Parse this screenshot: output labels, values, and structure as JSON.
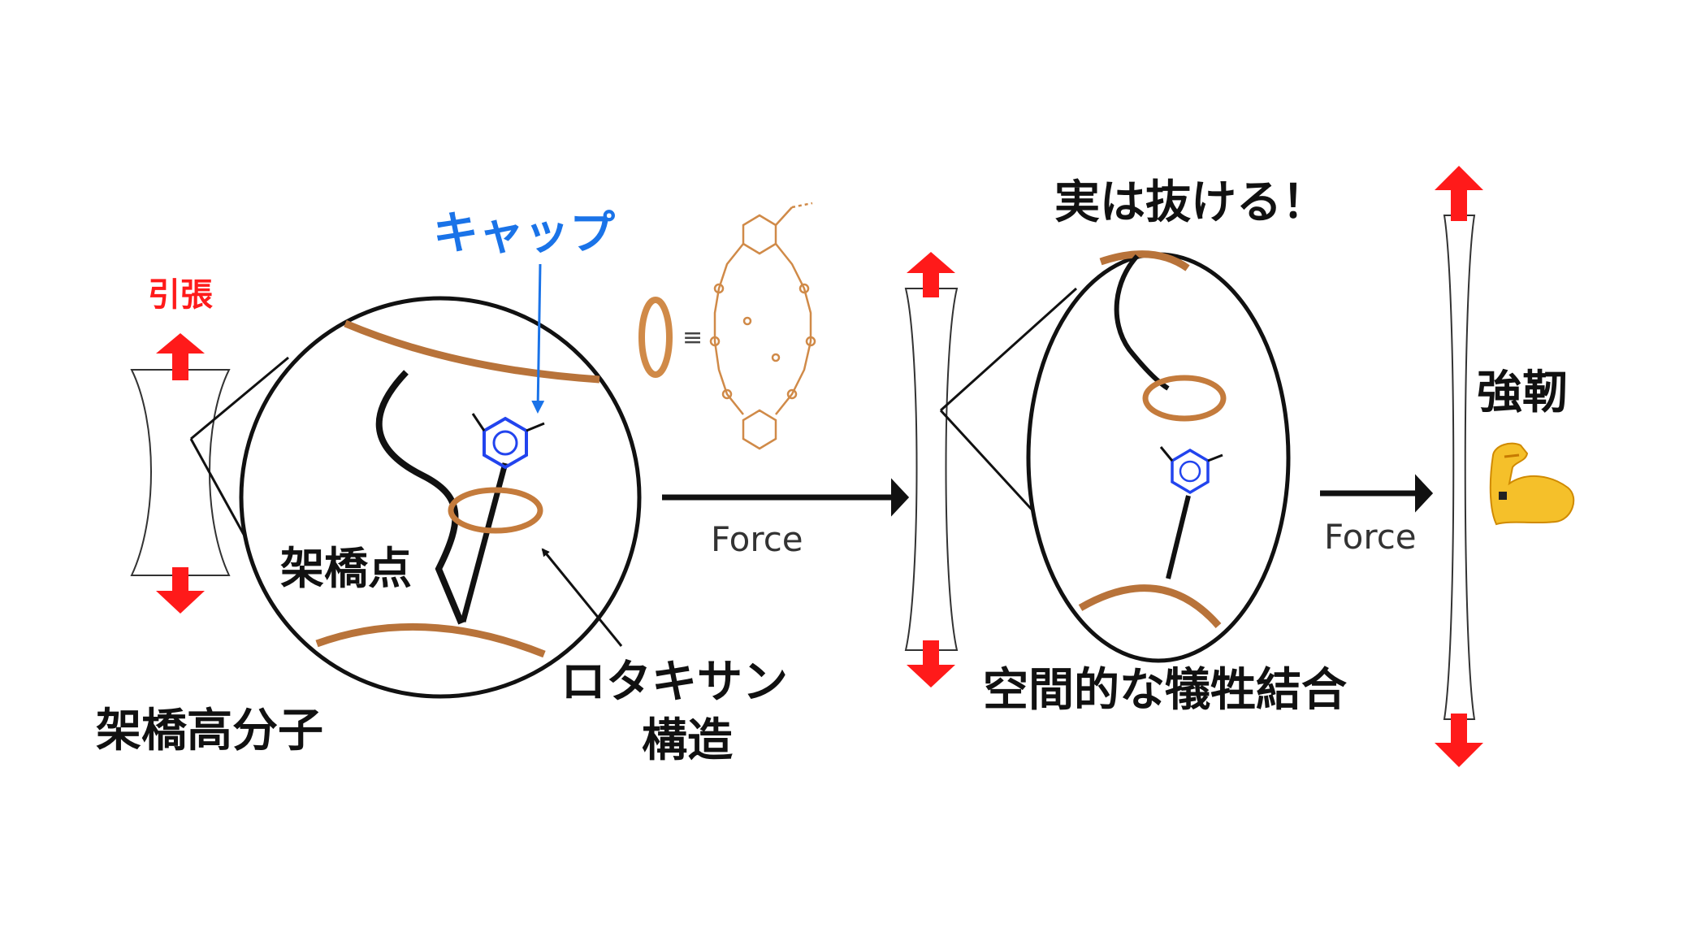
{
  "labels": {
    "tension": "引張",
    "cap": "キャップ",
    "crosslink_point": "架橋点",
    "crosslinked_polymer": "架橋高分子",
    "rotaxane_line1": "ロタキサン",
    "rotaxane_line2": "構造",
    "force_1": "Force",
    "force_2": "Force",
    "actually_slips": "実は抜ける！",
    "sacrificial_bond": "空間的な犠牲結合",
    "tough": "強靭"
  },
  "equivalence_symbol": "≡",
  "icons": [
    "flexed-biceps-icon",
    "benzene-cap-icon",
    "crown-ether-ring-icon"
  ],
  "colors": {
    "arrow_red": "#ff1a1a",
    "polymer_brown": "#b8733a",
    "ring_orange": "#d08a48",
    "cap_blue": "#2244ee",
    "label_blue": "#1a73e8",
    "ink": "#111111"
  }
}
